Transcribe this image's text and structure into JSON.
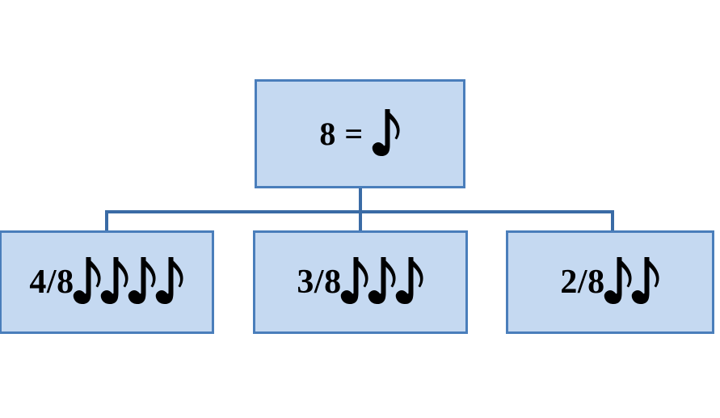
{
  "diagram": {
    "type": "tree",
    "background_color": "#ffffff",
    "box_fill_color": "#c5d9f1",
    "box_border_color": "#4a7ebb",
    "connector_color": "#3a6ba5",
    "note_icon_name": "eighth-note-icon",
    "root": {
      "label": "8 =",
      "note_count": 1
    },
    "children": [
      {
        "label": "4/8",
        "note_count": 4
      },
      {
        "label": "3/8",
        "note_count": 3
      },
      {
        "label": "2/8",
        "note_count": 2
      }
    ]
  }
}
